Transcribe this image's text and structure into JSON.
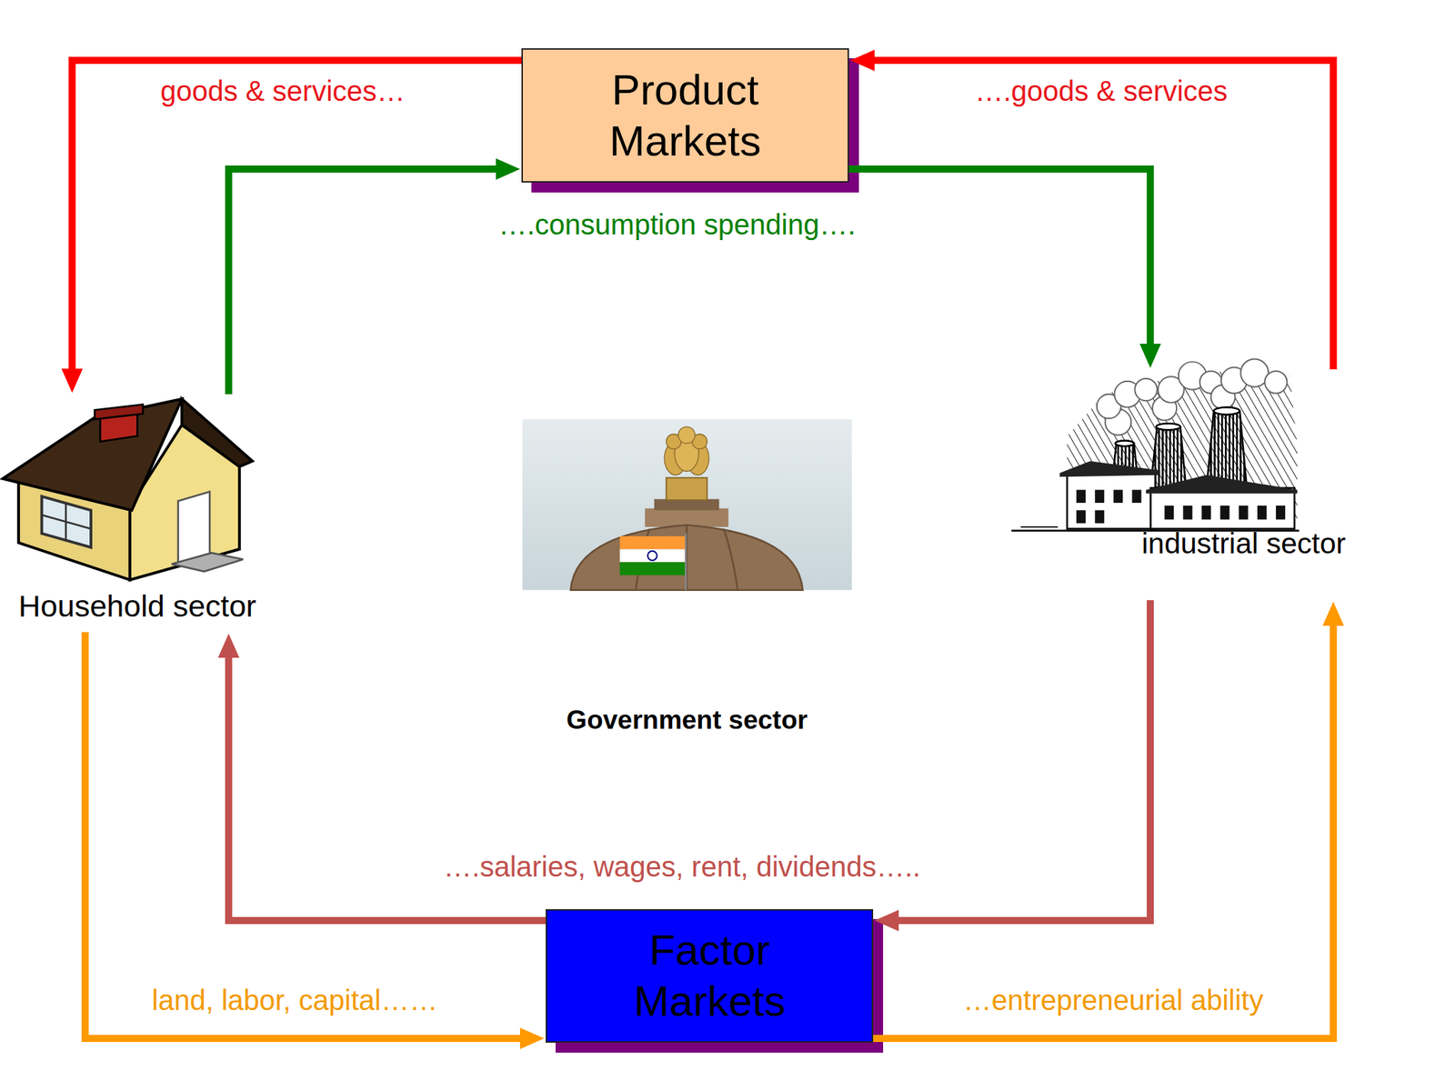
{
  "diagram": {
    "nodes": [
      {
        "text": [
          "Product Markets"
        ]
      },
      {
        "text": [
          "Household sector"
        ]
      },
      {
        "text": [
          "Government sector"
        ]
      },
      {
        "text": [
          "industrial sector"
        ]
      },
      {
        "text": [
          "Factor Markets"
        ]
      }
    ],
    "edges": [
      {
        "from": 0,
        "to": 1,
        "arrow": "to",
        "label": "goods & services…"
      },
      {
        "from": 3,
        "to": 0,
        "arrow": "to",
        "label": "….goods & services"
      },
      {
        "from": 1,
        "to": 0,
        "arrow": "to",
        "label": "….consumption spending…."
      },
      {
        "from": 0,
        "to": 3,
        "arrow": "to"
      },
      {
        "from": 3,
        "to": 4,
        "arrow": "to",
        "label": "….salaries, wages, rent, dividends….."
      },
      {
        "from": 4,
        "to": 1,
        "arrow": "to"
      },
      {
        "from": 1,
        "to": 4,
        "arrow": "to",
        "label": "land, labor, capital……"
      },
      {
        "from": 4,
        "to": 3,
        "arrow": "to",
        "label": "…entrepreneurial ability"
      }
    ]
  }
}
